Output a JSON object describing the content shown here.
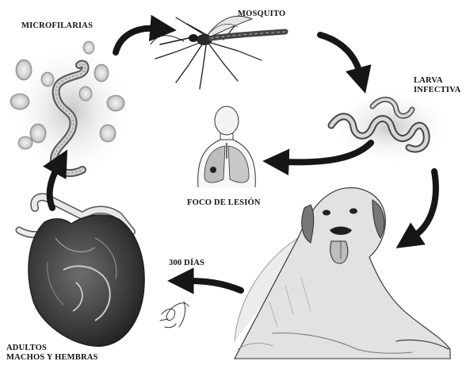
{
  "labels": {
    "microfilarias": "MICROFILARIAS",
    "mosquito": "MOSQUITO",
    "larva_line1": "LARVA",
    "larva_line2": "INFECTIVA",
    "foco": "FOCO DE LESIÓN",
    "dias": "300 DÍAS",
    "adultos_line1": "ADULTOS",
    "adultos_line2": "MACHOS Y HEMBRAS"
  },
  "icons": {
    "mosquito": "mosquito-illustration",
    "larva": "infective-larva-illustration",
    "microfilariae": "microfilariae-in-blood-illustration",
    "lungs": "human-lungs-illustration",
    "dog": "dog-illustration",
    "heart": "heart-with-worms-illustration",
    "signature": "artist-signature"
  },
  "colors": {
    "ink": "#111111",
    "arrow": "#161616",
    "shade": "#8a8a8a"
  }
}
